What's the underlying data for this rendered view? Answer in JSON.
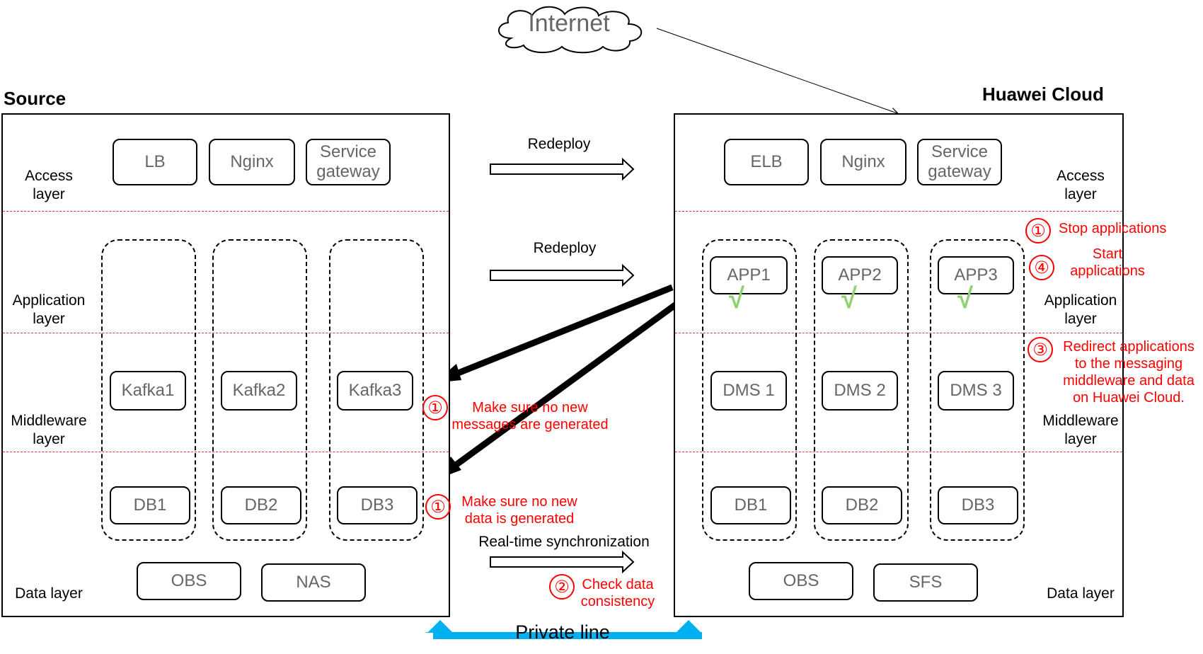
{
  "internet": {
    "label": "Internet"
  },
  "source": {
    "title": "Source",
    "layers": {
      "access": "Access\nlayer",
      "application": "Application\nlayer",
      "middleware": "Middleware\nlayer",
      "data": "Data layer"
    },
    "access_nodes": [
      "LB",
      "Nginx",
      "Service\ngateway"
    ],
    "middleware_nodes": [
      "Kafka1",
      "Kafka2",
      "Kafka3"
    ],
    "db_nodes": [
      "DB1",
      "DB2",
      "DB3"
    ],
    "storage_nodes": [
      "OBS",
      "NAS"
    ]
  },
  "cloud": {
    "title": "Huawei Cloud",
    "layers": {
      "access": "Access\nlayer",
      "application": "Application\nlayer",
      "middleware": "Middleware\nlayer",
      "data": "Data layer"
    },
    "access_nodes": [
      "ELB",
      "Nginx",
      "Service\ngateway"
    ],
    "app_nodes": [
      "APP1",
      "APP2",
      "APP3"
    ],
    "middleware_nodes": [
      "DMS 1",
      "DMS 2",
      "DMS 3"
    ],
    "db_nodes": [
      "DB1",
      "DB2",
      "DB3"
    ],
    "storage_nodes": [
      "OBS",
      "SFS"
    ],
    "check_mark": "√"
  },
  "arrows": {
    "redeploy_access": "Redeploy",
    "redeploy_app": "Redeploy",
    "realtime_sync": "Real-time synchronization",
    "private_line": "Private line"
  },
  "steps": {
    "stop_apps": {
      "badge": "①",
      "text": "Stop applications"
    },
    "start_apps": {
      "badge": "④",
      "text": "Start\napplications"
    },
    "redirect": {
      "badge": "③",
      "text": "Redirect applications\nto the messaging\nmiddleware and data\non Huawei Cloud."
    },
    "no_messages": {
      "badge": "①",
      "text": "Make sure no new\nmessages are generated"
    },
    "no_data": {
      "badge": "①",
      "text": "Make sure no new\ndata is generated"
    },
    "check_consistency": {
      "badge": "②",
      "text": "Check data\nconsistency"
    }
  },
  "colors": {
    "annotation": "#ff0000",
    "divider": "#e0303a",
    "node_text": "#666666",
    "private_line": "#00b0f0",
    "check": "#8fd16e"
  }
}
